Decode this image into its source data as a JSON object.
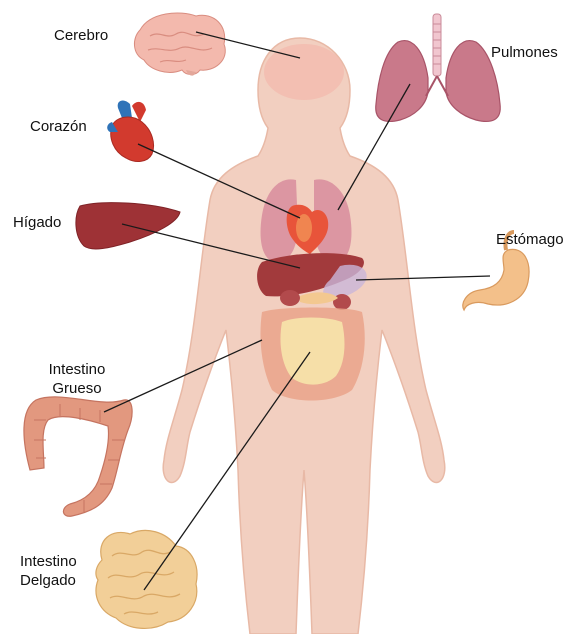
{
  "labels": {
    "cerebro": "Cerebro",
    "pulmones": "Pulmones",
    "corazon": "Corazón",
    "higado": "Hígado",
    "estomago": "Estómago",
    "intestino_grueso_1": "Intestino",
    "intestino_grueso_2": "Grueso",
    "intestino_delgado_1": "Intestino",
    "intestino_delgado_2": "Delgado"
  },
  "colors": {
    "skin": "#f2cfc0",
    "skin_outline": "#e8b9a6",
    "brain": "#f3b9ad",
    "lungs": "#c9798a",
    "lungs_dark": "#a85468",
    "heart": "#d23a2e",
    "liver": "#9e3236",
    "stomach": "#f3c08a",
    "large_intestine": "#e2987f",
    "small_intestine": "#f2cf98",
    "line": "#1a1a1a"
  }
}
